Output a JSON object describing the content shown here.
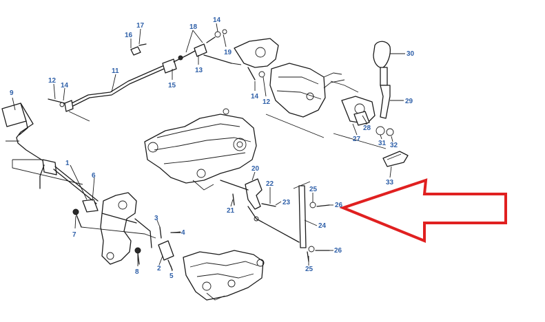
{
  "callouts": [
    {
      "label": "1"
    },
    {
      "label": "2"
    },
    {
      "label": "3"
    },
    {
      "label": "4"
    },
    {
      "label": "5"
    },
    {
      "label": "6"
    },
    {
      "label": "7"
    },
    {
      "label": "8"
    },
    {
      "label": "9"
    },
    {
      "label": "11"
    },
    {
      "label": "12"
    },
    {
      "label": "14"
    },
    {
      "label": "16"
    },
    {
      "label": "17"
    },
    {
      "label": "18"
    },
    {
      "label": "14"
    },
    {
      "label": "19"
    },
    {
      "label": "13"
    },
    {
      "label": "15"
    },
    {
      "label": "14"
    },
    {
      "label": "12"
    },
    {
      "label": "30"
    },
    {
      "label": "29"
    },
    {
      "label": "28"
    },
    {
      "label": "27"
    },
    {
      "label": "31"
    },
    {
      "label": "32"
    },
    {
      "label": "33"
    },
    {
      "label": "20"
    },
    {
      "label": "22"
    },
    {
      "label": "21"
    },
    {
      "label": "23"
    },
    {
      "label": "25"
    },
    {
      "label": "26"
    },
    {
      "label": "24"
    },
    {
      "label": "26"
    },
    {
      "label": "25"
    }
  ],
  "colors": {
    "callout_text": "#2e5fa8",
    "line_art": "#1a1a1a",
    "arrow": "#e02020",
    "background": "#ffffff"
  }
}
